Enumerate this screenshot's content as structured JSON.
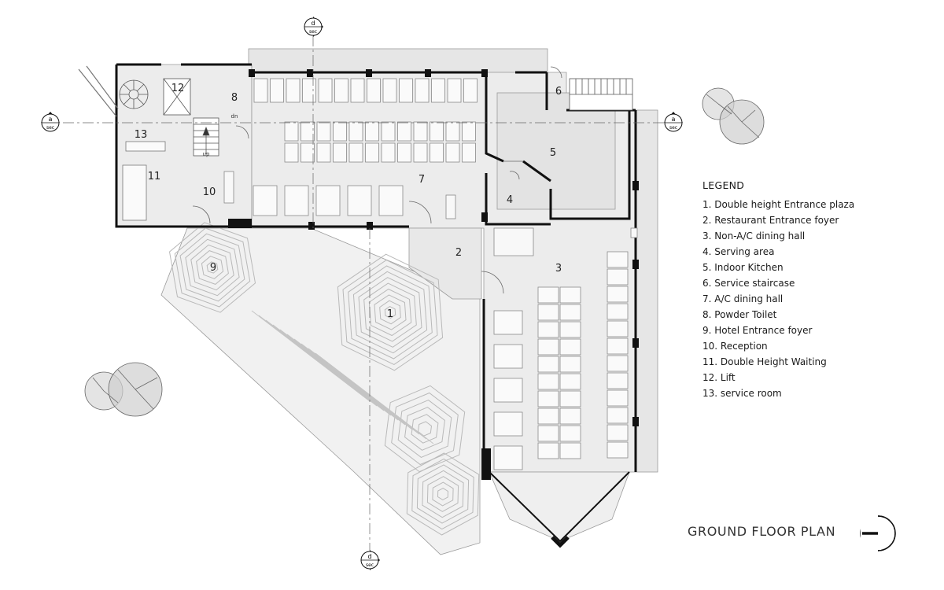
{
  "legend": {
    "title": "LEGEND",
    "items": [
      "1. Double height Entrance plaza",
      "2. Restaurant Entrance foyer",
      "3. Non-A/C dining hall",
      "4. Serving area",
      "5. Indoor Kitchen",
      "6. Service staircase",
      "7. A/C dining hall",
      "8. Powder Toilet",
      "9. Hotel Entrance foyer",
      "10. Reception",
      "11. Double Height Waiting",
      "12. Lift",
      "13. service room"
    ]
  },
  "plan_title": "GROUND FLOOR PLAN",
  "room_numbers": [
    "1",
    "2",
    "3",
    "4",
    "5",
    "6",
    "7",
    "8",
    "9",
    "10",
    "11",
    "12",
    "13"
  ],
  "section_markers": {
    "letter_a": "a",
    "letter_d": "d",
    "sec": "sec"
  },
  "stair_labels": {
    "up": "up",
    "dn": "dn"
  },
  "colors": {
    "floor": "#ececec",
    "wall": "#111111",
    "line": "#7d7d7d",
    "paving": "#bdbdbd"
  }
}
